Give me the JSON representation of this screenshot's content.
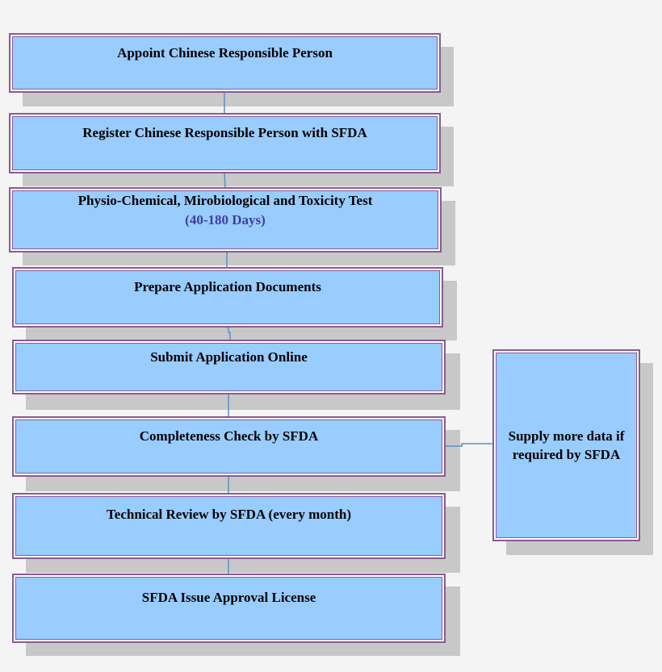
{
  "diagram": {
    "steps": [
      {
        "label": "Appoint Chinese Responsible Person"
      },
      {
        "label": "Register Chinese Responsible Person with SFDA"
      },
      {
        "label": "Physio-Chemical, Mirobiological and Toxicity Test",
        "sublabel": "(40-180 Days)"
      },
      {
        "label": "Prepare Application Documents"
      },
      {
        "label": "Submit Application Online"
      },
      {
        "label": "Completeness Check by SFDA"
      },
      {
        "label": "Technical  Review by SFDA (every month)"
      },
      {
        "label": "SFDA Issue Approval License"
      }
    ],
    "side_box": {
      "line1": "Supply more data if",
      "line2": "required by SFDA"
    },
    "colors": {
      "box_fill": "#99ccff",
      "box_border": "#8a5a96",
      "shadow": "#c8c8c8",
      "connector": "#5b8fc7",
      "sublabel": "#3f3fa0"
    }
  }
}
